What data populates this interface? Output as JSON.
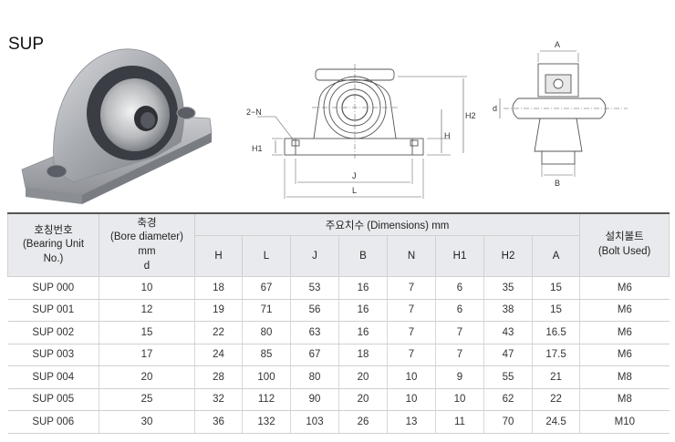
{
  "title": "SUP",
  "drawing_labels": {
    "n_label": "2−N",
    "h1_label": "H1",
    "h_label": "H",
    "h2_label": "H2",
    "j_label": "J",
    "l_label": "L",
    "a_label": "A",
    "b_label": "B",
    "d_label": "d"
  },
  "table": {
    "header": {
      "bearing_unit": [
        "호칭번호",
        "(Bearing Unit",
        "No.)"
      ],
      "bore": [
        "축경",
        "(Bore diameter)",
        "mm",
        "d"
      ],
      "dimensions": "주요치수 (Dimensions) mm",
      "bolt": [
        "설치볼트",
        "(Bolt Used)"
      ],
      "dim_cols": [
        "H",
        "L",
        "J",
        "B",
        "N",
        "H1",
        "H2",
        "A"
      ]
    },
    "rows": [
      {
        "unit": "SUP 000",
        "d": "10",
        "H": "18",
        "L": "67",
        "J": "53",
        "B": "16",
        "N": "7",
        "H1": "6",
        "H2": "35",
        "A": "15",
        "bolt": "M6"
      },
      {
        "unit": "SUP 001",
        "d": "12",
        "H": "19",
        "L": "71",
        "J": "56",
        "B": "16",
        "N": "7",
        "H1": "6",
        "H2": "38",
        "A": "15",
        "bolt": "M6"
      },
      {
        "unit": "SUP 002",
        "d": "15",
        "H": "22",
        "L": "80",
        "J": "63",
        "B": "16",
        "N": "7",
        "H1": "7",
        "H2": "43",
        "A": "16.5",
        "bolt": "M6"
      },
      {
        "unit": "SUP 003",
        "d": "17",
        "H": "24",
        "L": "85",
        "J": "67",
        "B": "18",
        "N": "7",
        "H1": "7",
        "H2": "47",
        "A": "17.5",
        "bolt": "M6"
      },
      {
        "unit": "SUP 004",
        "d": "20",
        "H": "28",
        "L": "100",
        "J": "80",
        "B": "20",
        "N": "10",
        "H1": "9",
        "H2": "55",
        "A": "21",
        "bolt": "M8"
      },
      {
        "unit": "SUP 005",
        "d": "25",
        "H": "32",
        "L": "112",
        "J": "90",
        "B": "20",
        "N": "10",
        "H1": "10",
        "H2": "62",
        "A": "22",
        "bolt": "M8"
      },
      {
        "unit": "SUP 006",
        "d": "30",
        "H": "36",
        "L": "132",
        "J": "103",
        "B": "26",
        "N": "13",
        "H1": "11",
        "H2": "70",
        "A": "24.5",
        "bolt": "M10"
      }
    ]
  }
}
